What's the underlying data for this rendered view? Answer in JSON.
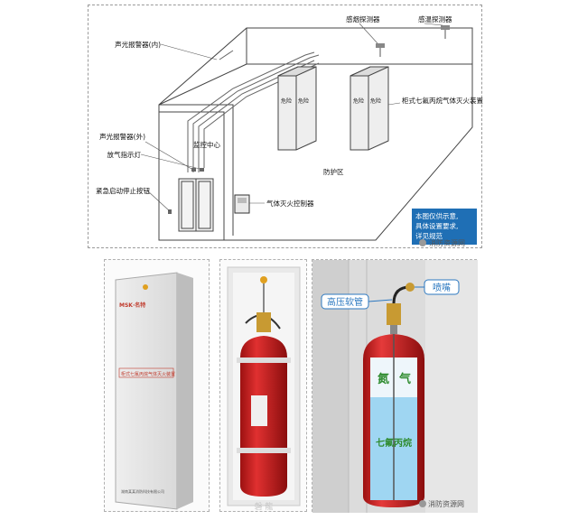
{
  "diagram": {
    "labels": {
      "smoke_detector": "感烟探测器",
      "heat_detector": "感温探测器",
      "alarm_inside": "声光报警器(内)",
      "alarm_outside": "声光报警器(外)",
      "gas_release_light": "放气指示灯",
      "emergency_button": "紧急启动停止按钮",
      "control_center": "监控中心",
      "protected_zone": "防护区",
      "gas_controller": "气体灭火控制器",
      "cabinet_system": "柜式七氟丙烷气体灭火装置",
      "cabinet_door_text": "危险 危险"
    },
    "note": [
      "本图仅供示意,",
      "具体设置要求,",
      "详见规范"
    ],
    "watermark": "消防资源网"
  },
  "photos": {
    "cabinet": {
      "brand": "MSK·名特",
      "front_label": "柜式七氟丙烷气体灭火装置",
      "maker_line": "湖南某某消防科技有限公司"
    },
    "cylinder": {
      "watermark": "磐 龍"
    },
    "cutaway": {
      "hose_label": "高压软管",
      "nozzle_label": "喷嘴",
      "gas_char_1": "氮",
      "gas_char_2": "气",
      "liquid_label": "七氟丙烷",
      "watermark": "消防资源网"
    }
  },
  "colors": {
    "cylinder_red": "#d81e1e",
    "liquid_blue": "#9fd6f2",
    "gas_green": "#2e8b2e",
    "note_bg": "#1f6fb5",
    "valve_brass": "#c89a32",
    "callout_blue": "#2c78c0"
  }
}
